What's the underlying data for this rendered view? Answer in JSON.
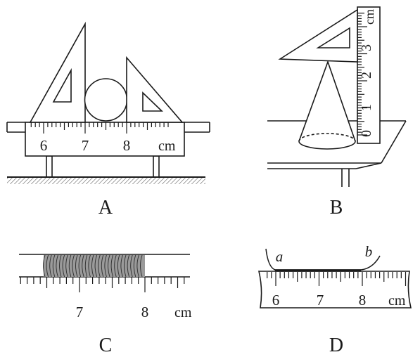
{
  "panels": {
    "A": {
      "caption": "A",
      "ruler_numbers": [
        "6",
        "7",
        "8"
      ],
      "unit": "cm"
    },
    "B": {
      "caption": "B",
      "ruler_numbers": [
        "0",
        "1",
        "2",
        "3"
      ],
      "unit": "cm"
    },
    "C": {
      "caption": "C",
      "ruler_numbers": [
        "7",
        "8"
      ],
      "unit": "cm"
    },
    "D": {
      "caption": "D",
      "ruler_numbers": [
        "6",
        "7",
        "8"
      ],
      "unit": "cm",
      "end_labels": [
        "a",
        "b"
      ]
    }
  },
  "colors": {
    "ink": "#1a1a1a",
    "hatch": "#333333",
    "coil": "#9a9a9a"
  }
}
